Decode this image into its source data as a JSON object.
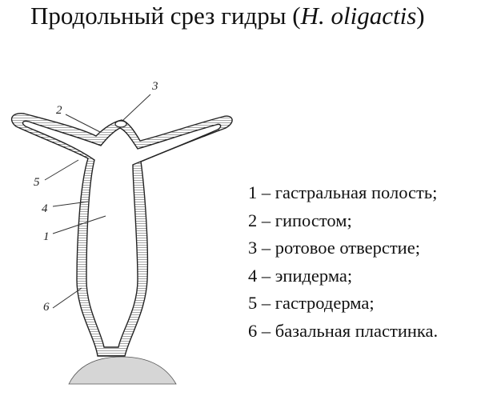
{
  "title": {
    "main": "Продольный срез гидры (",
    "species": "H. oligactis",
    "close": ")"
  },
  "callouts": [
    "1",
    "2",
    "3",
    "4",
    "5",
    "6"
  ],
  "legend": [
    {
      "num": "1",
      "sep": " – ",
      "text": "гастральная полость;"
    },
    {
      "num": "2",
      "sep": " – ",
      "text": "гипостом;"
    },
    {
      "num": "3",
      "sep": " – ",
      "text": "ротовое отверстие;"
    },
    {
      "num": "4",
      "sep": " – ",
      "text": "эпидерма;"
    },
    {
      "num": "5",
      "sep": " – ",
      "text": "гастродерма;"
    },
    {
      "num": "6",
      "sep": " – ",
      "text": "базальная пластинка."
    }
  ]
}
